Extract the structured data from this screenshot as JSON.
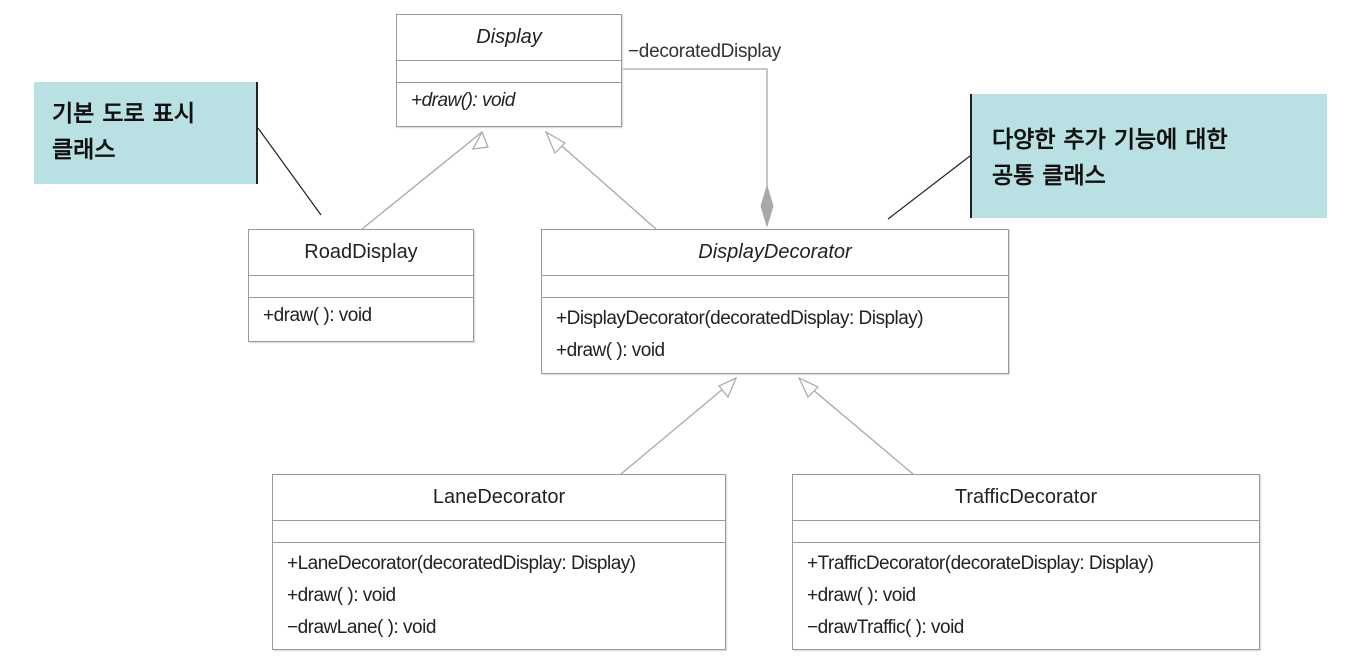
{
  "classes": {
    "display": {
      "name": "Display",
      "operations": [
        "+draw(): void"
      ]
    },
    "road_display": {
      "name": "RoadDisplay",
      "operations": [
        "+draw( ): void"
      ]
    },
    "display_decorator": {
      "name": "DisplayDecorator",
      "operations": [
        "+DisplayDecorator(decoratedDisplay: Display)",
        "+draw( ): void"
      ]
    },
    "lane_decorator": {
      "name": "LaneDecorator",
      "operations": [
        "+LaneDecorator(decoratedDisplay: Display)",
        "+draw( ): void",
        "−drawLane( ): void"
      ]
    },
    "traffic_decorator": {
      "name": "TrafficDecorator",
      "operations": [
        "+TrafficDecorator(decorateDisplay: Display)",
        "+draw( ): void",
        "−drawTraffic( ): void"
      ]
    }
  },
  "association": {
    "label": "−decoratedDisplay"
  },
  "notes": {
    "basic": {
      "line1": "기본 도로 표시",
      "line2": "클래스"
    },
    "common": {
      "line1": "다양한 추가 기능에 대한",
      "line2": "공통 클래스"
    }
  },
  "colors": {
    "note_fill": "#b9e0e2",
    "border": "#9a9a9a",
    "connector": "#a8a8a8"
  }
}
